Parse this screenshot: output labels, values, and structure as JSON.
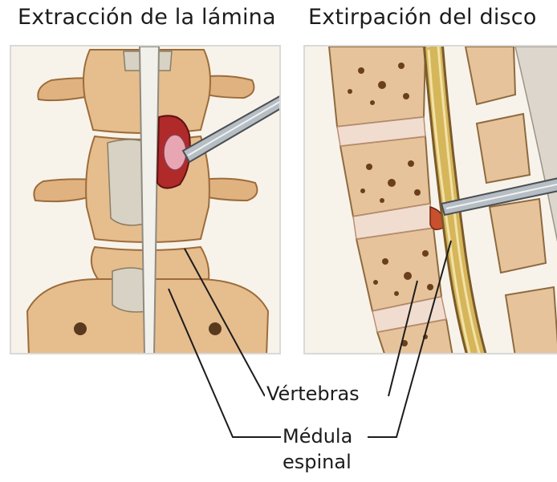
{
  "titles": {
    "left": "Extracción de la lámina",
    "right": "Extirpación del disco"
  },
  "labels": {
    "vertebrae": "Vértebras",
    "spinal_cord_line1": "Médula",
    "spinal_cord_line2": "espinal"
  },
  "colors": {
    "bone": "#e2b888",
    "bone_dark": "#b88a58",
    "marrow_spot": "#6b3f1c",
    "disc": "#f1ddd0",
    "nerve": "#d6b65a",
    "instrument": "#9aa2a8",
    "background": "#ffffff"
  }
}
